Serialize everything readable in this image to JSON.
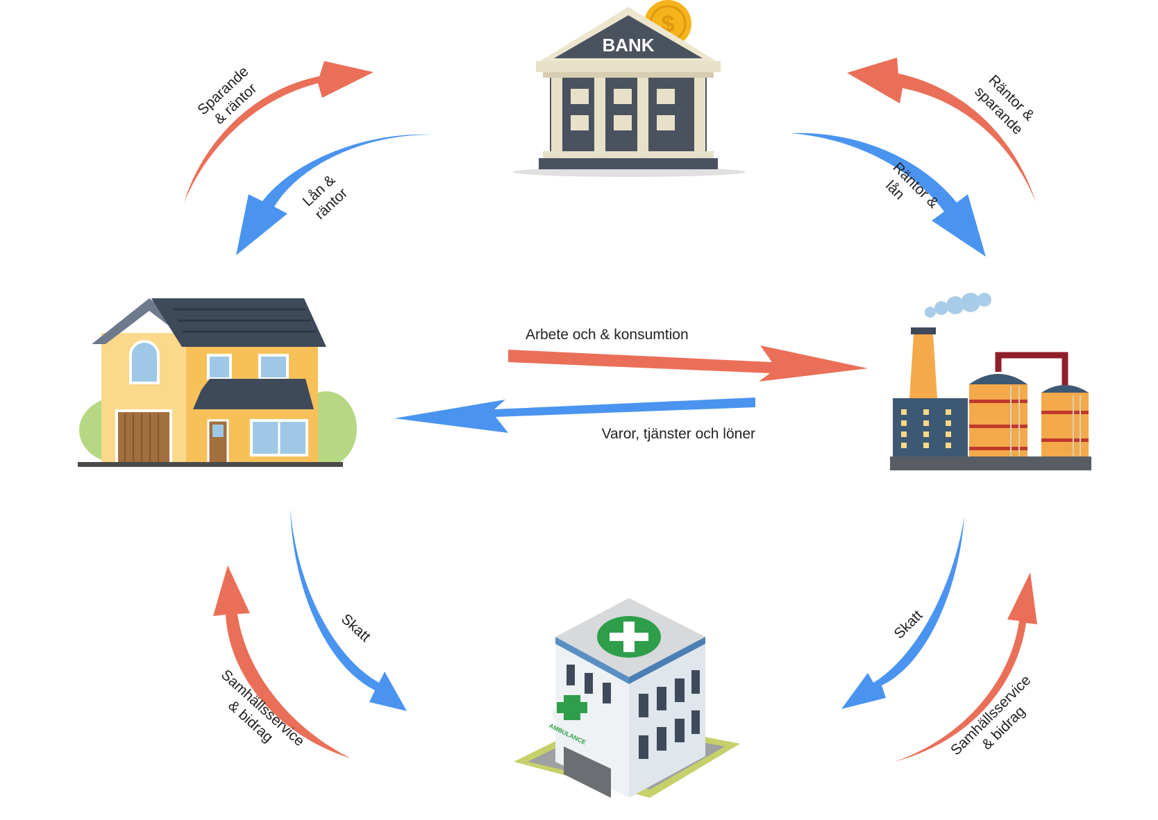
{
  "colors": {
    "red_arrow": "#ea6f58",
    "blue_arrow": "#4a94f0",
    "bank_roof": "#4a525e",
    "bank_stone": "#e8e1ca",
    "coin": "#f5b41c",
    "house_wall": "#f7c15a",
    "house_roof": "#3e4a5a",
    "factory_tank": "#f4a94a",
    "factory_block": "#3c5873",
    "hospital_cross": "#2e9e4a"
  },
  "nodes": {
    "bank": {
      "sign": "BANK",
      "icon": "bank-building-icon"
    },
    "household": {
      "icon": "house-icon"
    },
    "firm": {
      "icon": "factory-icon"
    },
    "government": {
      "icon": "hospital-icon",
      "sign": "AMBULANCE"
    }
  },
  "flows": {
    "household_to_bank": {
      "line1": "Sparande",
      "line2": "& räntor"
    },
    "bank_to_household": {
      "line1": "Lån &",
      "line2": "räntor"
    },
    "firm_to_bank": {
      "line1": "Räntor &",
      "line2": "sparande"
    },
    "bank_to_firm": {
      "line1": "Räntor &",
      "line2": "lån"
    },
    "household_to_firm": {
      "label": "Arbete och & konsumtion"
    },
    "firm_to_household": {
      "label": "Varor, tjänster och löner"
    },
    "household_to_government": {
      "label": "Skatt"
    },
    "government_to_household": {
      "line1": "Samhällsservice",
      "line2": "& bidrag"
    },
    "firm_to_government": {
      "label": "Skatt"
    },
    "government_to_firm": {
      "line1": "Samhällsservice",
      "line2": "& bidrag"
    }
  }
}
